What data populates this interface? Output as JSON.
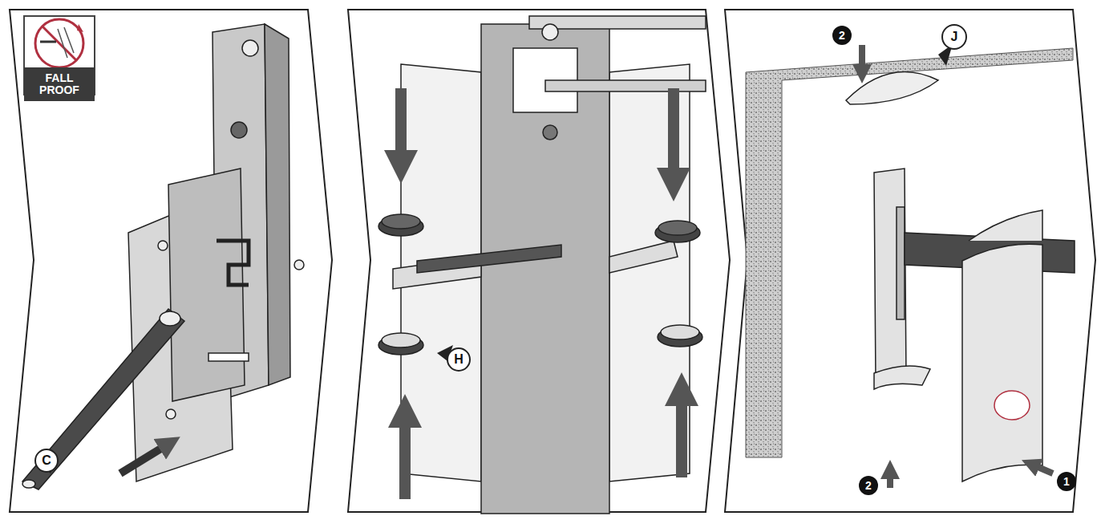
{
  "diagram": {
    "nodes": [
      {
        "text": [
          "FALL PROOF"
        ]
      }
    ],
    "labels": [
      "C",
      "H",
      "J",
      "2",
      "2",
      "1"
    ]
  }
}
